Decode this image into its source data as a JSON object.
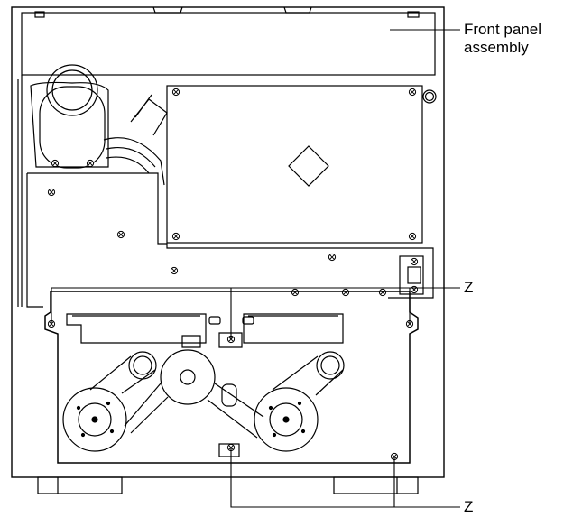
{
  "labels": {
    "front_panel": [
      "Front panel",
      "assembly"
    ],
    "z_upper": "Z",
    "z_lower": "Z"
  }
}
